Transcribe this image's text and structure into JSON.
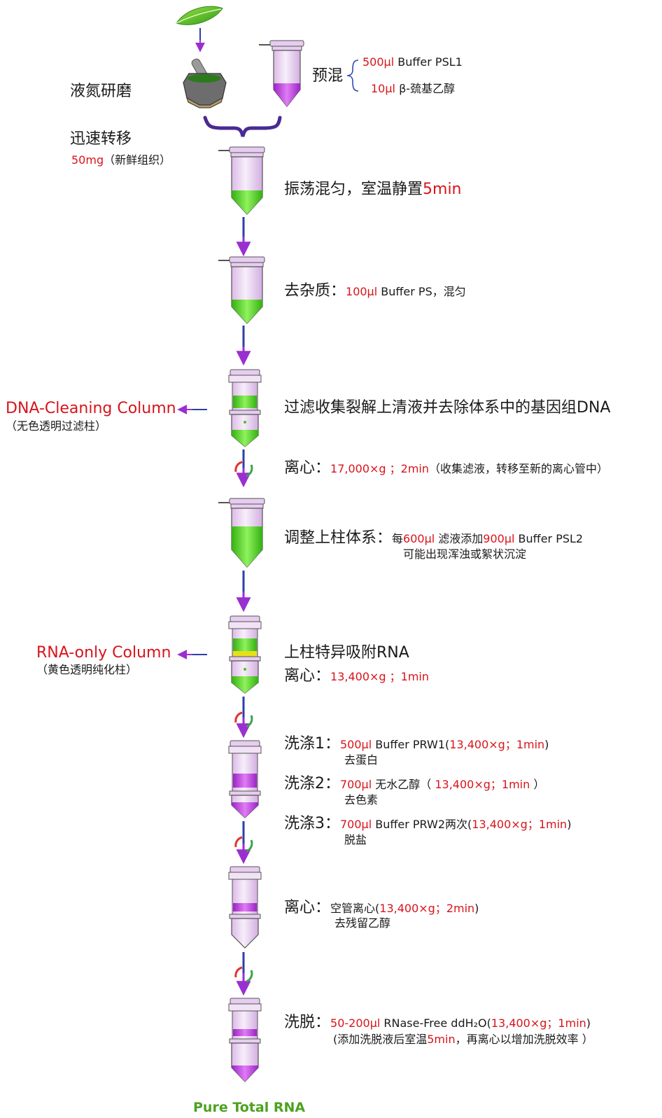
{
  "colors": {
    "red": "#d8141b",
    "arrow_purple": "#9a2fd0",
    "arrow_blue": "#2c3fa8",
    "green_liquid": "#46c91b",
    "purple_liquid": "#b33fd6",
    "yellow_band": "#e6e019",
    "pure_rna_green": "#4ca21f"
  },
  "icons": [
    "leaf-icon",
    "mortar-pestle-icon",
    "tube-icon",
    "column-icon",
    "centrifuge-icon",
    "brace-icon",
    "arrow-down-icon"
  ],
  "grinding": {
    "label": "液氮研磨"
  },
  "premix": {
    "label": "预混",
    "line1_amount": "500μl",
    "line1_reagent": "Buffer PSL1",
    "line2_amount": "10μl",
    "line2_reagent": "β-巯基乙醇"
  },
  "transfer": {
    "label": "迅速转移",
    "amount": "50mg",
    "note": "（新鲜组织）"
  },
  "step1": {
    "text": "振荡混匀，室温静置",
    "time": "5min"
  },
  "step2": {
    "label": "去杂质：",
    "amount": "100μl",
    "text": "Buffer PS，混匀"
  },
  "step3": {
    "text": "过滤收集裂解上清液并去除体系中的基因组DNA"
  },
  "dna_column": {
    "name": "DNA-Cleaning Column",
    "desc": "（无色透明过滤柱）"
  },
  "spin1": {
    "label": "离心：",
    "params": "17,000×g ；2min",
    "note": "（收集滤液，转移至新的离心管中）"
  },
  "step4": {
    "label": "调整上柱体系：",
    "prefix": "每",
    "amount1": "600μl",
    "mid": " 滤液添加",
    "amount2": "900μl",
    "reagent": " Buffer PSL2",
    "line2": "可能出现浑浊或絮状沉淀"
  },
  "rna_column": {
    "name": "RNA-only Column",
    "desc": "（黄色透明纯化柱）"
  },
  "step5": {
    "text": "上柱特异吸附RNA",
    "spin_label": "离心：",
    "spin_params": "13,400×g ；1min"
  },
  "wash1": {
    "label": "洗涤1：",
    "amount": "500μl",
    "reagent": " Buffer PRW1(",
    "params": "13,400×g；1min",
    "close": ")",
    "purpose": "去蛋白"
  },
  "wash2": {
    "label": "洗涤2：",
    "amount": "700μl",
    "reagent": " 无水乙醇（ ",
    "params": "13,400×g；1min",
    "close": " ）",
    "purpose": "去色素"
  },
  "wash3": {
    "label": "洗涤3：",
    "amount": "700μl",
    "reagent": " Buffer PRW2两次(",
    "params": "13,400×g；1min",
    "close": ")",
    "purpose": "脱盐"
  },
  "dryspin": {
    "label": "离心：",
    "text": "空管离心(",
    "params": "13,400×g；2min",
    "close": ")",
    "purpose": "去残留乙醇"
  },
  "elute": {
    "label": "洗脱：",
    "amount": "50-200μl",
    "reagent": " RNase-Free ddH₂O(",
    "params": "13,400×g；1min",
    "close": ")",
    "note_a": "(添加洗脱液后室温",
    "note_time": "5min",
    "note_b": "，再离心以增加洗脱效率 ）"
  },
  "result": {
    "label": "Pure Total RNA"
  }
}
